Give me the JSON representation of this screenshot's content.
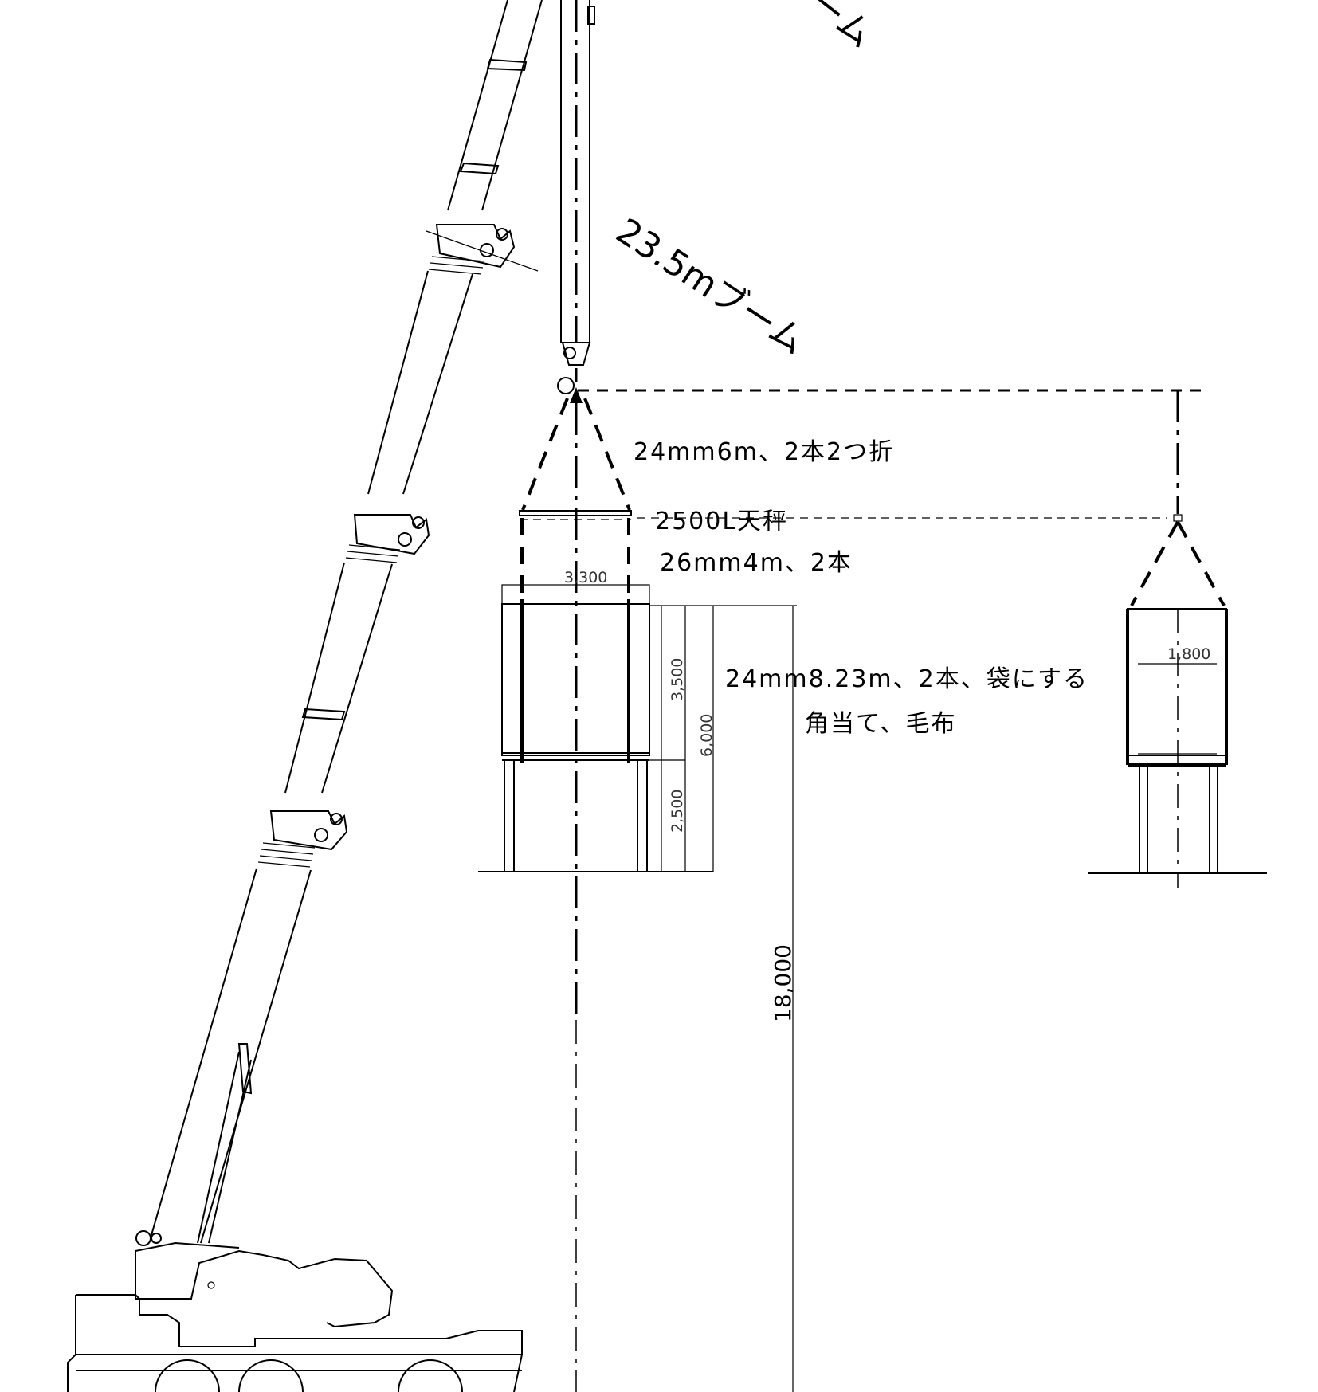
{
  "labels": {
    "boom_length": "23.5mブーム",
    "boom_top_fragment": "ーム",
    "sling_upper": "24mm6m、2本2つ折",
    "spreader": "2500L天秤",
    "sling_middle": "26mm4m、2本",
    "sling_lower": "24mm8.23m、2本、袋にする",
    "protection": "角当て、毛布"
  },
  "dimensions": {
    "tank_width": "3,300",
    "tank_height": "3,500",
    "stand_height": "2,500",
    "total_height": "6,000",
    "lift_height": "18,000",
    "set_tank_width": "1,800"
  }
}
